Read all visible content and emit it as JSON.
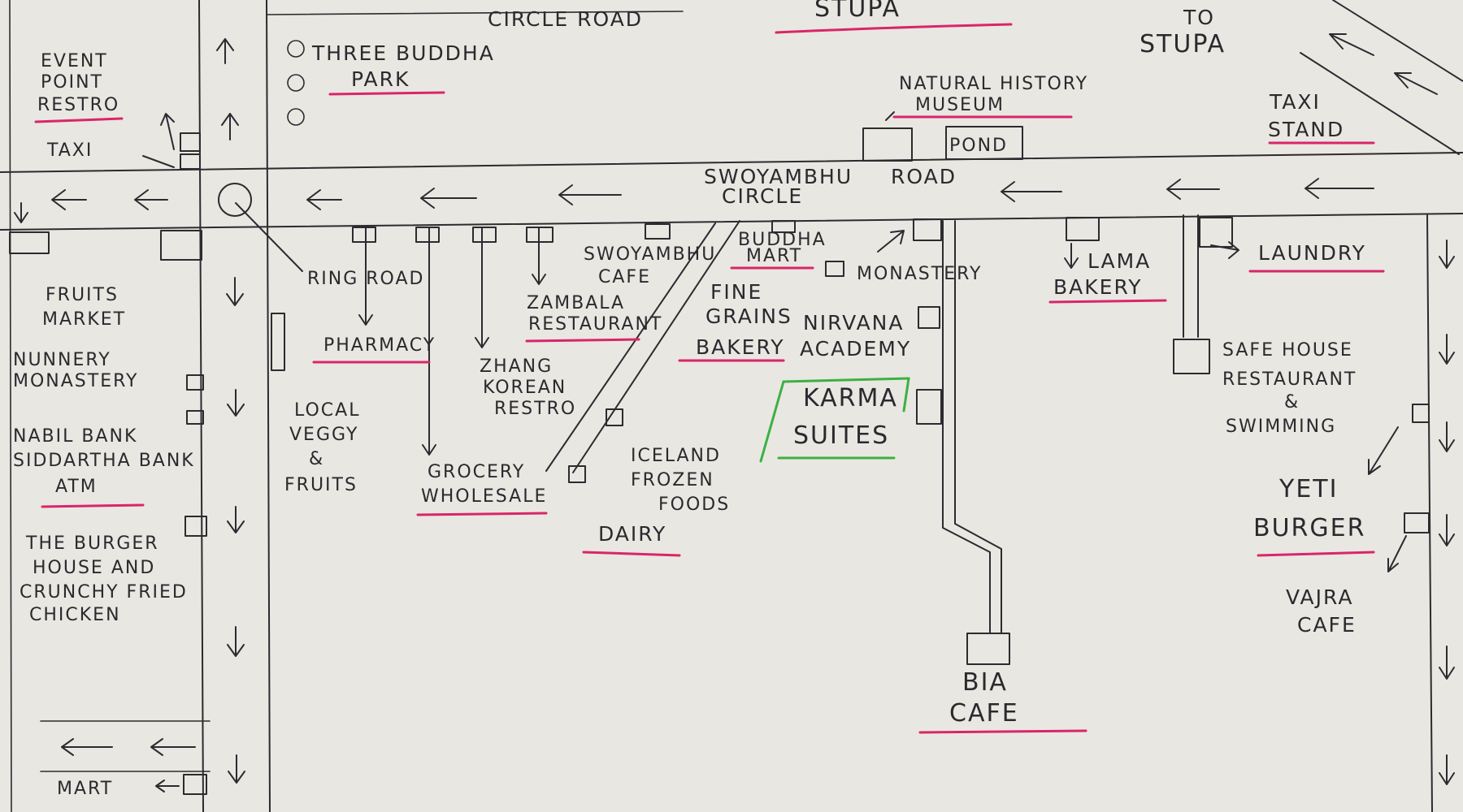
{
  "colors": {
    "paper": "#e9e7e1",
    "ink": "#2b2b30",
    "underline": "#d8266a",
    "highlight": "#3cb043"
  },
  "map": {
    "labels": {
      "stupa": "STUPA",
      "circle_road": "CIRCLE ROAD",
      "to_stupa_1": "TO",
      "to_stupa_2": "STUPA",
      "three_buddha_1": "THREE BUDDHA",
      "three_buddha_2": "PARK",
      "event_point_1": "EVENT",
      "event_point_2": "POINT",
      "event_point_3": "RESTRO",
      "taxi": "TAXI",
      "museum_1": "NATURAL HISTORY",
      "museum_2": "MUSEUM",
      "pond": "POND",
      "taxi_stand_1": "TAXI",
      "taxi_stand_2": "STAND",
      "swoyambhu_road_1": "SWOYAMBHU",
      "swoyambhu_road_2": "ROAD",
      "swoyambhu_road_3": "CIRCLE",
      "fruits_market_1": "FRUITS",
      "fruits_market_2": "MARKET",
      "nunnery_1": "NUNNERY",
      "nunnery_2": "MONASTERY",
      "ring_road": "RING ROAD",
      "pharmacy": "PHARMACY",
      "zambala_1": "ZAMBALA",
      "zambala_2": "RESTAURANT",
      "swoyambhu_cafe_1": "SWOYAMBHU",
      "swoyambhu_cafe_2": "CAFE",
      "buddha_mart_1": "BUDDHA",
      "buddha_mart_2": "MART",
      "monastery": "MONASTERY",
      "lama_bakery_1": "LAMA",
      "lama_bakery_2": "BAKERY",
      "laundry": "LAUNDRY",
      "fine_grains_1": "FINE",
      "fine_grains_2": "GRAINS",
      "fine_grains_3": "BAKERY",
      "nirvana_1": "NIRVANA",
      "nirvana_2": "ACADEMY",
      "safe_house_1": "SAFE HOUSE",
      "safe_house_2": "RESTAURANT",
      "safe_house_3": "&",
      "safe_house_4": "SWIMMING",
      "zhang_1": "ZHANG",
      "zhang_2": "KOREAN",
      "zhang_3": "RESTRO",
      "banks_1": "NABIL BANK",
      "banks_2": "SIDDARTHA BANK",
      "banks_3": "ATM",
      "local_veggy_1": "LOCAL",
      "local_veggy_2": "VEGGY",
      "local_veggy_3": "&",
      "local_veggy_4": "FRUITS",
      "karma_1": "KARMA",
      "karma_2": "SUITES",
      "iceland_1": "ICELAND",
      "iceland_2": "FROZEN",
      "iceland_3": "FOODS",
      "grocery_1": "GROCERY",
      "grocery_2": "WHOLESALE",
      "dairy": "DAIRY",
      "yeti_1": "YETI",
      "yeti_2": "BURGER",
      "burger_house_1": "THE BURGER",
      "burger_house_2": "HOUSE AND",
      "burger_house_3": "CRUNCHY FRIED",
      "burger_house_4": "CHICKEN",
      "vajra_1": "VAJRA",
      "vajra_2": "CAFE",
      "bia_1": "BIA",
      "bia_2": "CAFE",
      "mart": "MART"
    }
  }
}
